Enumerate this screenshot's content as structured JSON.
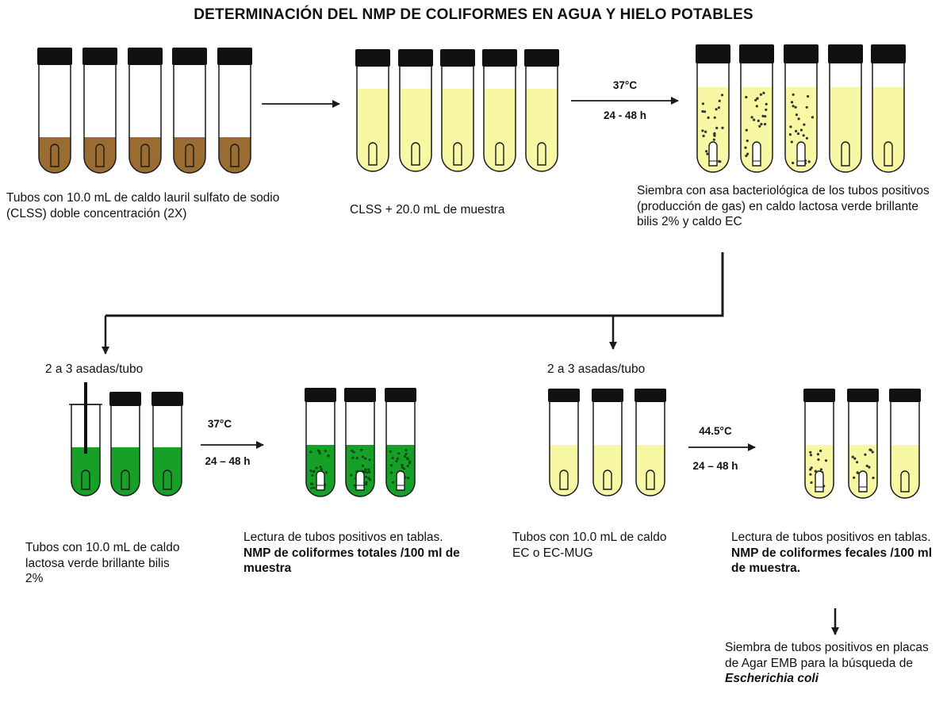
{
  "title": "DETERMINACIÓN DEL NMP DE COLIFORMES EN AGUA Y HIELO POTABLES",
  "colors": {
    "brown": "#9a6c32",
    "yellow": "#f8f7a4",
    "green": "#16a028",
    "cap": "#111111",
    "stroke": "#1a1a1a"
  },
  "incubations": {
    "top": {
      "temp": "37°C",
      "time": "24 - 48 h"
    },
    "left": {
      "temp": "37°C",
      "time": "24 – 48 h"
    },
    "right": {
      "temp": "44.5°C",
      "time": "24 – 48 h"
    }
  },
  "captions": {
    "clss_2x": "Tubos con 10.0 mL de caldo lauril sulfato de sodio (CLSS) doble  concentración (2X)",
    "clss_muestra": "CLSS + 20.0 mL de muestra",
    "siembra": "Siembra con asa bacteriológica de los tubos positivos (producción de gas) en caldo lactosa verde brillante bilis 2% y caldo EC",
    "asadas_left": "2 a 3 asadas/tubo",
    "asadas_right": "2 a 3 asadas/tubo",
    "lactosa": "Tubos con 10.0 mL de caldo lactosa verde brillante bilis 2%",
    "totales_plain": "Lectura de tubos positivos en tablas. ",
    "totales_bold": "NMP de coliformes totales /100 ml de muestra",
    "ec": "Tubos con 10.0 mL de caldo EC o EC-MUG",
    "fecales_plain": "Lectura de tubos positivos en tablas. ",
    "fecales_bold": "NMP de coliformes fecales /100 ml de muestra.",
    "emb_plain": "Siembra de tubos positivos en placas de Agar EMB para la búsqueda de ",
    "emb_italic": "Escherichia coli"
  }
}
